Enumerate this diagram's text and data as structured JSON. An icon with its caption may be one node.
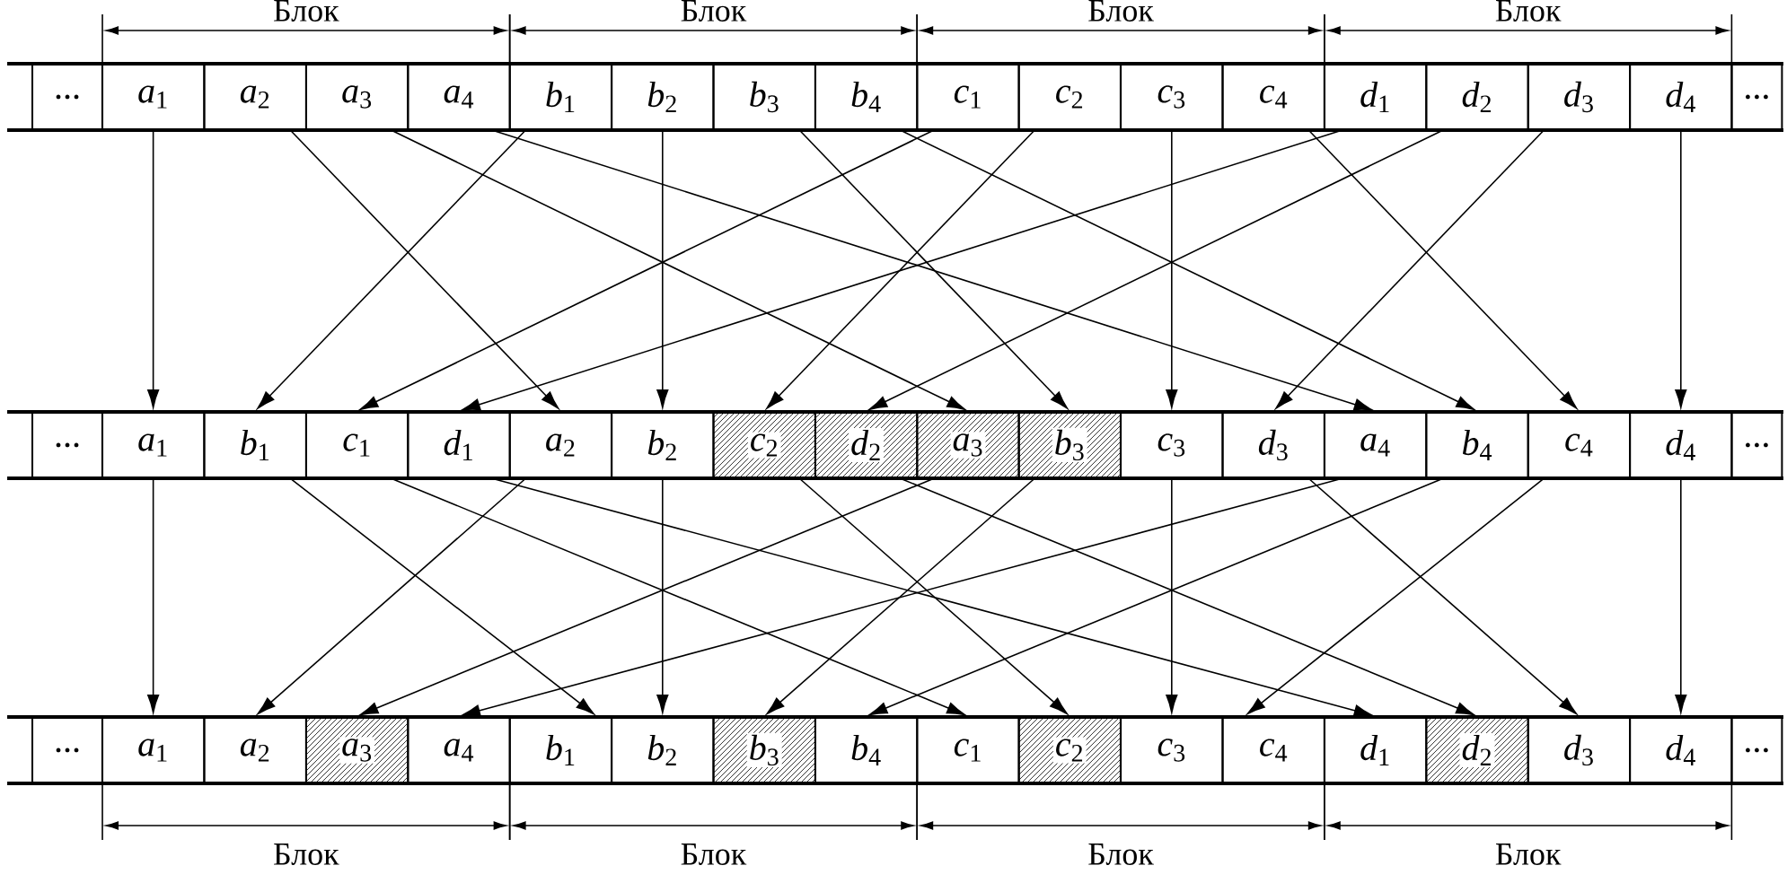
{
  "diagram": {
    "nodes": [
      {
        "text": [
          "..."
        ]
      },
      {
        "text": [
          "*a*$_{1}$"
        ]
      },
      {
        "text": [
          "*a*$_{2}$"
        ]
      },
      {
        "text": [
          "*a*$_{3}$"
        ]
      },
      {
        "text": [
          "*a*$_{4}$"
        ]
      },
      {
        "text": [
          "*b*$_{1}$"
        ]
      },
      {
        "text": [
          "*b*$_{2}$"
        ]
      },
      {
        "text": [
          "*b*$_{3}$"
        ]
      },
      {
        "text": [
          "*b*$_{4}$"
        ]
      },
      {
        "text": [
          "*c*$_{1}$"
        ]
      },
      {
        "text": [
          "*c*$_{2}$"
        ]
      },
      {
        "text": [
          "*c*$_{3}$"
        ]
      },
      {
        "text": [
          "*c*$_{4}$"
        ]
      },
      {
        "text": [
          "*d*$_{1}$"
        ]
      },
      {
        "text": [
          "*d*$_{2}$"
        ]
      },
      {
        "text": [
          "*d*$_{3}$"
        ]
      },
      {
        "text": [
          "*d*$_{4}$"
        ]
      },
      {
        "text": [
          "..."
        ]
      },
      {
        "text": [
          "..."
        ]
      },
      {
        "text": [
          "*a*$_{1}$"
        ]
      },
      {
        "text": [
          "*b*$_{1}$"
        ]
      },
      {
        "text": [
          "*c*$_{1}$"
        ]
      },
      {
        "text": [
          "*d*$_{1}$"
        ]
      },
      {
        "text": [
          "*a*$_{2}$"
        ]
      },
      {
        "text": [
          "*b*$_{2}$"
        ]
      },
      {
        "text": [
          "*c*$_{2}$"
        ]
      },
      {
        "text": [
          "*d*$_{2}$"
        ]
      },
      {
        "text": [
          "*a*$_{3}$"
        ]
      },
      {
        "text": [
          "*b*$_{3}$"
        ]
      },
      {
        "text": [
          "*c*$_{3}$"
        ]
      },
      {
        "text": [
          "*d*$_{3}$"
        ]
      },
      {
        "text": [
          "*a*$_{4}$"
        ]
      },
      {
        "text": [
          "*b*$_{4}$"
        ]
      },
      {
        "text": [
          "*c*$_{4}$"
        ]
      },
      {
        "text": [
          "*d*$_{4}$"
        ]
      },
      {
        "text": [
          "..."
        ]
      },
      {
        "text": [
          "..."
        ]
      },
      {
        "text": [
          "*a*$_{1}$"
        ]
      },
      {
        "text": [
          "*a*$_{2}$"
        ]
      },
      {
        "text": [
          "*a*$_{3}$"
        ]
      },
      {
        "text": [
          "*a*$_{4}$"
        ]
      },
      {
        "text": [
          "*b*$_{1}$"
        ]
      },
      {
        "text": [
          "*b*$_{2}$"
        ]
      },
      {
        "text": [
          "*b*$_{3}$"
        ]
      },
      {
        "text": [
          "*b*$_{4}$"
        ]
      },
      {
        "text": [
          "*c*$_{1}$"
        ]
      },
      {
        "text": [
          "*c*$_{2}$"
        ]
      },
      {
        "text": [
          "*c*$_{3}$"
        ]
      },
      {
        "text": [
          "*c*$_{4}$"
        ]
      },
      {
        "text": [
          "*d*$_{1}$"
        ]
      },
      {
        "text": [
          "*d*$_{2}$"
        ]
      },
      {
        "text": [
          "*d*$_{3}$"
        ]
      },
      {
        "text": [
          "*d*$_{4}$"
        ]
      },
      {
        "text": [
          "..."
        ]
      }
    ],
    "edges": [
      {
        "from": 1,
        "to": 19,
        "arrow": "to"
      },
      {
        "from": 2,
        "to": 23,
        "arrow": "to"
      },
      {
        "from": 3,
        "to": 27,
        "arrow": "to"
      },
      {
        "from": 4,
        "to": 31,
        "arrow": "to"
      },
      {
        "from": 5,
        "to": 20,
        "arrow": "to"
      },
      {
        "from": 6,
        "to": 24,
        "arrow": "to"
      },
      {
        "from": 7,
        "to": 28,
        "arrow": "to"
      },
      {
        "from": 8,
        "to": 32,
        "arrow": "to"
      },
      {
        "from": 9,
        "to": 21,
        "arrow": "to"
      },
      {
        "from": 10,
        "to": 25,
        "arrow": "to"
      },
      {
        "from": 11,
        "to": 29,
        "arrow": "to"
      },
      {
        "from": 12,
        "to": 33,
        "arrow": "to"
      },
      {
        "from": 13,
        "to": 22,
        "arrow": "to"
      },
      {
        "from": 14,
        "to": 26,
        "arrow": "to"
      },
      {
        "from": 15,
        "to": 30,
        "arrow": "to"
      },
      {
        "from": 16,
        "to": 34,
        "arrow": "to"
      },
      {
        "from": 19,
        "to": 37,
        "arrow": "to"
      },
      {
        "from": 20,
        "to": 41,
        "arrow": "to"
      },
      {
        "from": 21,
        "to": 45,
        "arrow": "to"
      },
      {
        "from": 22,
        "to": 49,
        "arrow": "to"
      },
      {
        "from": 23,
        "to": 38,
        "arrow": "to"
      },
      {
        "from": 24,
        "to": 42,
        "arrow": "to"
      },
      {
        "from": 25,
        "to": 46,
        "arrow": "to"
      },
      {
        "from": 26,
        "to": 50,
        "arrow": "to"
      },
      {
        "from": 27,
        "to": 39,
        "arrow": "to"
      },
      {
        "from": 28,
        "to": 43,
        "arrow": "to"
      },
      {
        "from": 29,
        "to": 47,
        "arrow": "to"
      },
      {
        "from": 30,
        "to": 51,
        "arrow": "to"
      },
      {
        "from": 31,
        "to": 40,
        "arrow": "to"
      },
      {
        "from": 32,
        "to": 44,
        "arrow": "to"
      },
      {
        "from": 33,
        "to": 48,
        "arrow": "to"
      },
      {
        "from": 34,
        "to": 52,
        "arrow": "to"
      }
    ],
    "labels": [
      "Блок",
      "Блок",
      "Блок",
      "Блок",
      "Блок",
      "Блок",
      "Блок",
      "Блок"
    ]
  }
}
